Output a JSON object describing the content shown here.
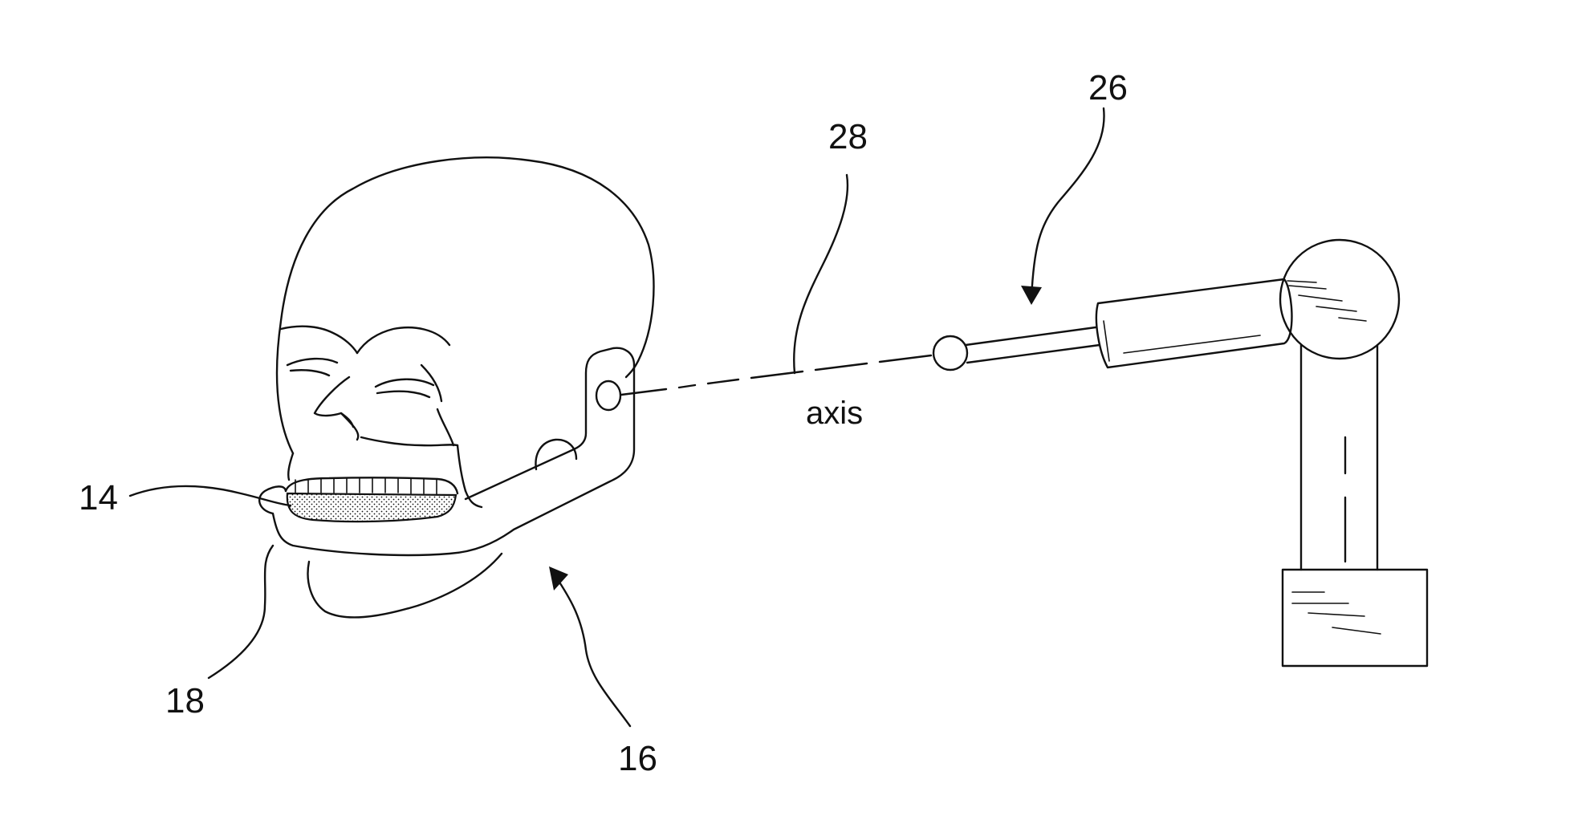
{
  "labels": {
    "ref_14": "14",
    "ref_16": "16",
    "ref_18": "18",
    "ref_26": "26",
    "ref_28": "28",
    "axis": "axis"
  },
  "ink_color": "#111111",
  "background": "#ffffff"
}
